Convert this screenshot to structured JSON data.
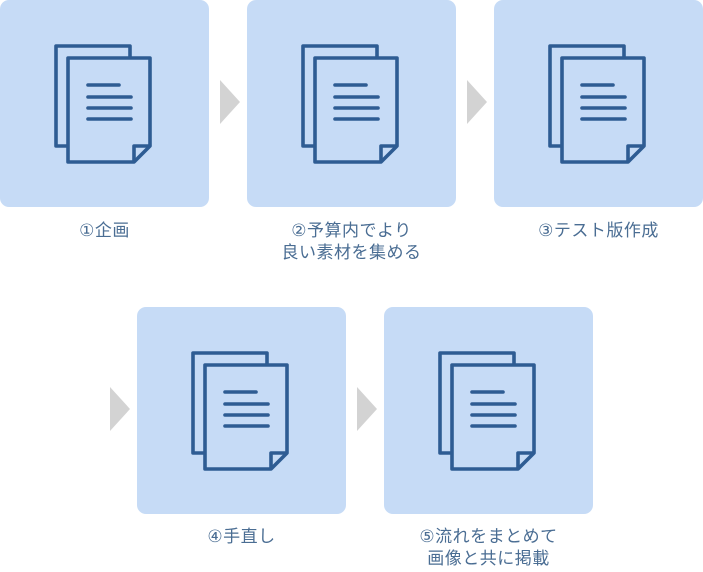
{
  "colors": {
    "card_bg": "#c6dbf6",
    "icon_stroke": "#2e5c93",
    "label_text": "#4a6d93",
    "arrow": "#d3d3d3"
  },
  "icon": "document-stack-icon",
  "steps": [
    {
      "lines": [
        "①企画"
      ]
    },
    {
      "lines": [
        "②予算内でより",
        "良い素材を集める"
      ]
    },
    {
      "lines": [
        "③テスト版作成"
      ]
    },
    {
      "lines": [
        "④手直し"
      ]
    },
    {
      "lines": [
        "⑤流れをまとめて",
        "画像と共に掲載"
      ]
    }
  ]
}
